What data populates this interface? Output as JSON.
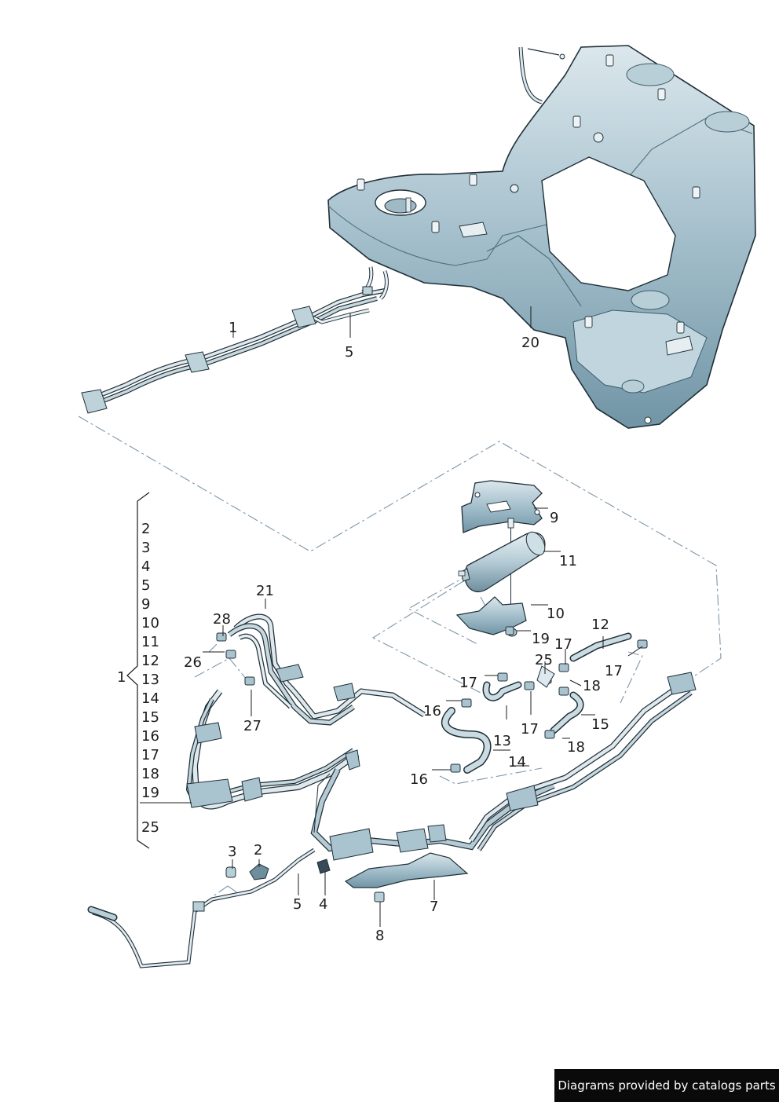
{
  "colors": {
    "part_fill": "#a9c3cf",
    "part_shadow": "#6d8fa0",
    "part_highlight": "#dde9ee",
    "outline": "#1f2f38",
    "leader": "#1c1c1c",
    "dash": "#7e97a8",
    "credit_bg": "#0a0a0a",
    "credit_text": "#ffffff"
  },
  "labels": {
    "p1_top": "1",
    "p5_top": "5",
    "p20": "20",
    "p9": "9",
    "p11": "11",
    "p10": "10",
    "p19": "19",
    "p12": "12",
    "p17_a": "17",
    "p25": "25",
    "p17_b": "17",
    "p17_c": "17",
    "p18_a": "18",
    "p15": "15",
    "p17_d": "17",
    "p18_b": "18",
    "p16_a": "16",
    "p13": "13",
    "p14": "14",
    "p16_b": "16",
    "p21": "21",
    "p28": "28",
    "p26": "26",
    "p27": "27",
    "p3": "3",
    "p2": "2",
    "p5_bottom": "5",
    "p4": "4",
    "p7": "7",
    "p8": "8",
    "group_1": "1"
  },
  "group_list": [
    "2",
    "3",
    "4",
    "5",
    "9",
    "10",
    "11",
    "12",
    "13",
    "14",
    "15",
    "16",
    "17",
    "18",
    "19",
    "25"
  ],
  "credit": "Diagrams provided by catalogs parts"
}
